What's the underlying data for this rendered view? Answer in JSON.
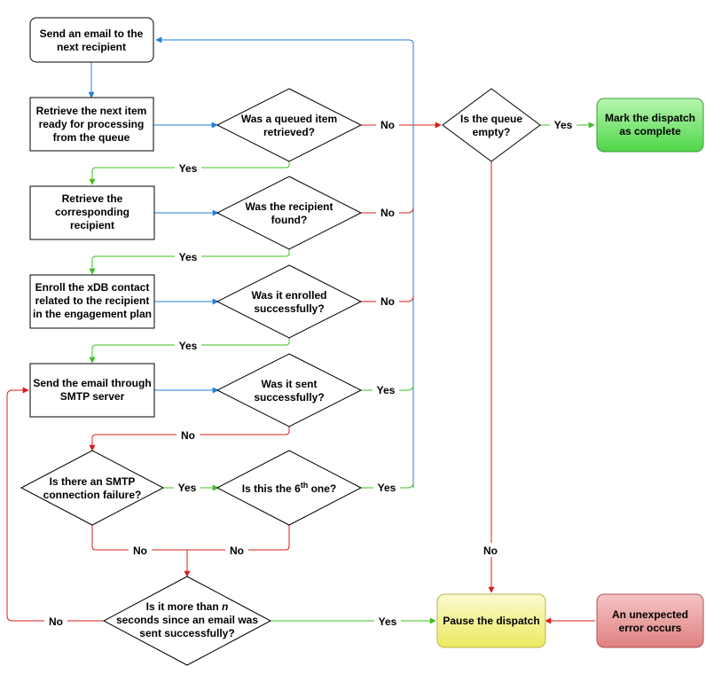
{
  "colors": {
    "blue": "#1f7fe0",
    "green": "#3cc01e",
    "red": "#d81d1d",
    "complete_fill": "#7be07b",
    "pause_fill": "#f3f08a",
    "error_fill": "#e89a9a"
  },
  "nodes": {
    "send_next": [
      "Send an email to the",
      "next recipient"
    ],
    "retrieve_item": [
      "Retrieve the next item",
      "ready for processing",
      "from the queue"
    ],
    "queued_retrieved": [
      "Was a queued item",
      "retrieved?"
    ],
    "queue_empty": [
      "Is the queue",
      "empty?"
    ],
    "mark_complete": [
      "Mark the dispatch",
      "as complete"
    ],
    "retrieve_recipient": [
      "Retrieve the",
      "corresponding",
      "recipient"
    ],
    "recipient_found": [
      "Was the recipient",
      "found?"
    ],
    "enroll": [
      "Enroll the xDB contact",
      "related to the recipient",
      "in the engagement plan"
    ],
    "enrolled_ok": [
      "Was it enrolled",
      "successfully?"
    ],
    "send_smtp": [
      "Send the email through",
      "SMTP server"
    ],
    "sent_ok": [
      "Was it sent",
      "successfully?"
    ],
    "smtp_failure": [
      "Is there an SMTP",
      "connection failure?"
    ],
    "sixth": {
      "prefix": "Is this the 6",
      "sup": "th",
      "suffix": " one?"
    },
    "seconds_since": {
      "line1_prefix": "Is it more than ",
      "line1_var": "n",
      "line2": "seconds since an email was",
      "line3": "sent successfully?"
    },
    "pause": [
      "Pause the dispatch"
    ],
    "error": [
      "An unexpected",
      "error occurs"
    ]
  },
  "edge_labels": {
    "queued_no": "No",
    "queue_empty_yes": "Yes",
    "queued_yes": "Yes",
    "recipient_no": "No",
    "recipient_yes": "Yes",
    "enrolled_no": "No",
    "enrolled_yes": "Yes",
    "sent_yes": "Yes",
    "sent_no": "No",
    "smtp_yes": "Yes",
    "sixth_yes": "Yes",
    "smtp_no": "No",
    "sixth_no": "No",
    "queue_empty_no": "No",
    "seconds_no": "No",
    "seconds_yes": "Yes"
  }
}
